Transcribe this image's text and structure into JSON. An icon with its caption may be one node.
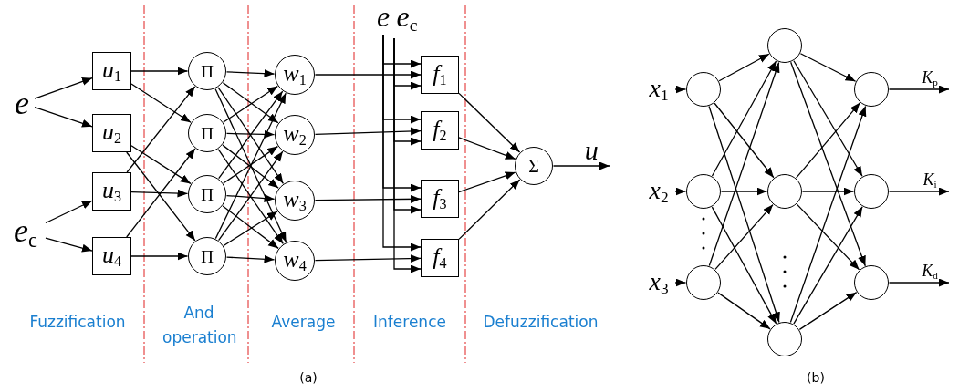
{
  "diagram": {
    "nodes": [
      {
        "text": [
          "e"
        ]
      },
      {
        "text": [
          "e$_{c}$"
        ]
      },
      {
        "text": [
          "u$_{1}$"
        ]
      },
      {
        "text": [
          "u$_{2}$"
        ]
      },
      {
        "text": [
          "u$_{3}$"
        ]
      },
      {
        "text": [
          "u$_{4}$"
        ]
      },
      {
        "text": [
          "Π"
        ]
      },
      {
        "text": [
          "Π"
        ]
      },
      {
        "text": [
          "Π"
        ]
      },
      {
        "text": [
          "Π"
        ]
      },
      {
        "text": [
          "w$_{1}$"
        ]
      },
      {
        "text": [
          "w$_{2}$"
        ]
      },
      {
        "text": [
          "w$_{3}$"
        ]
      },
      {
        "text": [
          "w$_{4}$"
        ]
      },
      {
        "text": [
          "e"
        ]
      },
      {
        "text": [
          "e$_{c}$"
        ]
      },
      {
        "text": [
          "f$_{1}$"
        ]
      },
      {
        "text": [
          "f$_{2}$"
        ]
      },
      {
        "text": [
          "f$_{3}$"
        ]
      },
      {
        "text": [
          "f$_{4}$"
        ]
      },
      {
        "text": [
          "Σ"
        ]
      },
      {
        "text": [
          "x$_{1}$"
        ]
      },
      {
        "text": [
          "x$_{2}$"
        ]
      },
      {
        "text": [
          "x$_{3}$"
        ]
      },
      {
        "text": [],
        "shape": "circle"
      },
      {
        "text": [],
        "shape": "circle"
      },
      {
        "text": [],
        "shape": "circle"
      },
      {
        "text": [],
        "shape": "circle"
      },
      {
        "text": [],
        "shape": "circle"
      },
      {
        "text": [],
        "shape": "circle"
      },
      {
        "text": [],
        "shape": "circle"
      },
      {
        "text": [],
        "shape": "circle"
      },
      {
        "text": [],
        "shape": "circle"
      }
    ],
    "edges": [
      {
        "from": 0,
        "to": 2,
        "arrow": "to"
      },
      {
        "from": 0,
        "to": 3,
        "arrow": "to"
      },
      {
        "from": 1,
        "to": 4,
        "arrow": "to"
      },
      {
        "from": 1,
        "to": 5,
        "arrow": "to"
      },
      {
        "from": 2,
        "to": 6,
        "arrow": "to"
      },
      {
        "from": 2,
        "to": 7,
        "arrow": "to"
      },
      {
        "from": 3,
        "to": 8,
        "arrow": "to"
      },
      {
        "from": 3,
        "to": 9,
        "arrow": "to"
      },
      {
        "from": 4,
        "to": 6,
        "arrow": "to"
      },
      {
        "from": 4,
        "to": 8,
        "arrow": "to"
      },
      {
        "from": 5,
        "to": 7,
        "arrow": "to"
      },
      {
        "from": 5,
        "to": 9,
        "arrow": "to"
      },
      {
        "from": 6,
        "to": 10,
        "arrow": "to"
      },
      {
        "from": 6,
        "to": 11,
        "arrow": "to"
      },
      {
        "from": 6,
        "to": 12,
        "arrow": "to"
      },
      {
        "from": 6,
        "to": 13,
        "arrow": "to"
      },
      {
        "from": 7,
        "to": 10,
        "arrow": "to"
      },
      {
        "from": 7,
        "to": 11,
        "arrow": "to"
      },
      {
        "from": 7,
        "to": 12,
        "arrow": "to"
      },
      {
        "from": 7,
        "to": 13,
        "arrow": "to"
      },
      {
        "from": 8,
        "to": 10,
        "arrow": "to"
      },
      {
        "from": 8,
        "to": 11,
        "arrow": "to"
      },
      {
        "from": 8,
        "to": 12,
        "arrow": "to"
      },
      {
        "from": 8,
        "to": 13,
        "arrow": "to"
      },
      {
        "from": 9,
        "to": 10,
        "arrow": "to"
      },
      {
        "from": 9,
        "to": 11,
        "arrow": "to"
      },
      {
        "from": 9,
        "to": 12,
        "arrow": "to"
      },
      {
        "from": 9,
        "to": 13,
        "arrow": "to"
      },
      {
        "from": 10,
        "to": 16,
        "arrow": "to"
      },
      {
        "from": 11,
        "to": 17,
        "arrow": "to"
      },
      {
        "from": 12,
        "to": 18,
        "arrow": "to"
      },
      {
        "from": 13,
        "to": 19,
        "arrow": "to"
      },
      {
        "from": 14,
        "to": 16,
        "arrow": "to"
      },
      {
        "from": 14,
        "to": 17,
        "arrow": "to"
      },
      {
        "from": 14,
        "to": 18,
        "arrow": "to"
      },
      {
        "from": 14,
        "to": 19,
        "arrow": "to"
      },
      {
        "from": 15,
        "to": 16,
        "arrow": "to"
      },
      {
        "from": 15,
        "to": 17,
        "arrow": "to"
      },
      {
        "from": 15,
        "to": 18,
        "arrow": "to"
      },
      {
        "from": 15,
        "to": 19,
        "arrow": "to"
      },
      {
        "from": 16,
        "to": 20,
        "arrow": "to"
      },
      {
        "from": 17,
        "to": 20,
        "arrow": "to"
      },
      {
        "from": 18,
        "to": 20,
        "arrow": "to"
      },
      {
        "from": 19,
        "to": 20,
        "arrow": "to"
      },
      {
        "from": 20,
        "to": null,
        "arrow": "to",
        "label": "u"
      },
      {
        "from": 21,
        "to": 24,
        "arrow": "to"
      },
      {
        "from": 22,
        "to": 25,
        "arrow": "to"
      },
      {
        "from": 23,
        "to": 26,
        "arrow": "to"
      },
      {
        "from": 24,
        "to": 27,
        "arrow": "to"
      },
      {
        "from": 24,
        "to": 28,
        "arrow": "to"
      },
      {
        "from": 24,
        "to": 29,
        "arrow": "to"
      },
      {
        "from": 25,
        "to": 27,
        "arrow": "to"
      },
      {
        "from": 25,
        "to": 28,
        "arrow": "to"
      },
      {
        "from": 25,
        "to": 29,
        "arrow": "to"
      },
      {
        "from": 26,
        "to": 27,
        "arrow": "to"
      },
      {
        "from": 26,
        "to": 28,
        "arrow": "to"
      },
      {
        "from": 26,
        "to": 29,
        "arrow": "to"
      },
      {
        "from": 27,
        "to": 30,
        "arrow": "to"
      },
      {
        "from": 27,
        "to": 31,
        "arrow": "to"
      },
      {
        "from": 27,
        "to": 32,
        "arrow": "to"
      },
      {
        "from": 28,
        "to": 30,
        "arrow": "to"
      },
      {
        "from": 28,
        "to": 31,
        "arrow": "to"
      },
      {
        "from": 28,
        "to": 32,
        "arrow": "to"
      },
      {
        "from": 29,
        "to": 30,
        "arrow": "to"
      },
      {
        "from": 29,
        "to": 31,
        "arrow": "to"
      },
      {
        "from": 29,
        "to": 32,
        "arrow": "to"
      },
      {
        "from": 30,
        "to": null,
        "arrow": "to",
        "label": "K$_{p}$"
      },
      {
        "from": 31,
        "to": null,
        "arrow": "to",
        "label": "K$_{i}$"
      },
      {
        "from": 32,
        "to": null,
        "arrow": "to",
        "label": "K$_{d}$"
      }
    ],
    "labels": [
      "Fuzzification",
      "And operation",
      "Average",
      "Inference",
      "Defuzzification",
      "(a)",
      "(b)"
    ]
  }
}
